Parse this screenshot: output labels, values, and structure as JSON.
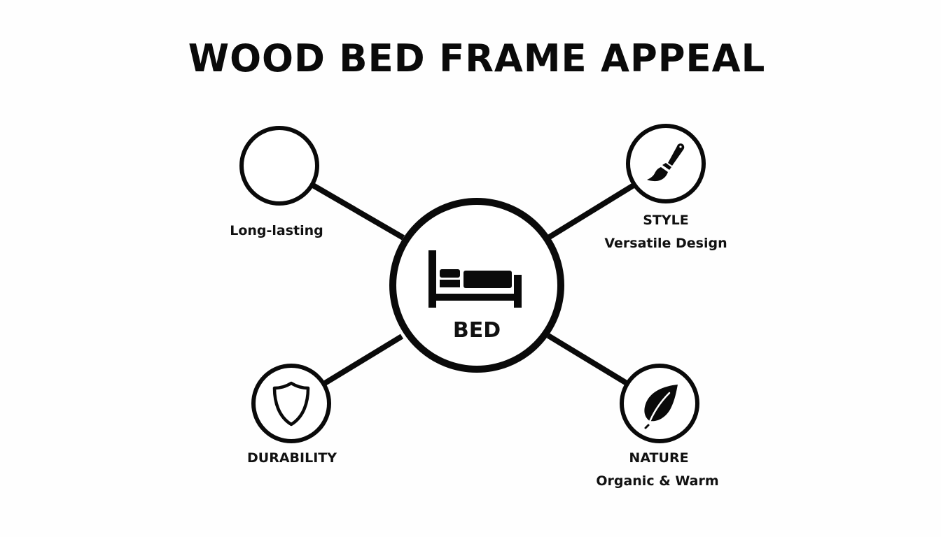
{
  "title": "WOOD BED FRAME APPEAL",
  "colors": {
    "background": "#fefefe",
    "stroke": "#0a0a0a",
    "text": "#111111"
  },
  "center_node": {
    "label": "BED",
    "icon": "bed-icon"
  },
  "nodes": [
    {
      "position": "top-left",
      "heading": "",
      "subtitle": "Long-lasting",
      "icon": "none"
    },
    {
      "position": "top-right",
      "heading": "STYLE",
      "subtitle": "Versatile Design",
      "icon": "paintbrush-icon"
    },
    {
      "position": "bottom-left",
      "heading": "DURABILITY",
      "subtitle": "",
      "icon": "shield-icon"
    },
    {
      "position": "bottom-right",
      "heading": "NATURE",
      "subtitle": "Organic & Warm",
      "icon": "leaf-icon"
    }
  ]
}
